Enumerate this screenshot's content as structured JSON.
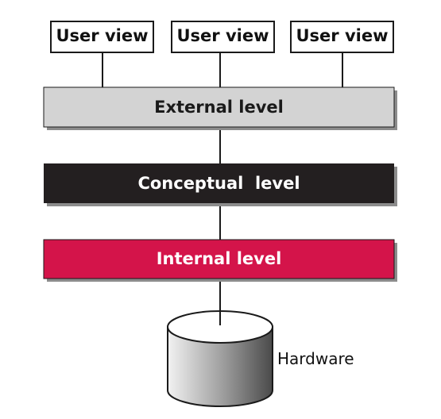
{
  "user_views": [
    {
      "label": "User view"
    },
    {
      "label": "User view"
    },
    {
      "label": "User view"
    }
  ],
  "levels": {
    "external": {
      "label": "External level",
      "fill": "#d3d3d3",
      "text_color": "#1a1a1a"
    },
    "conceptual": {
      "label": "Conceptual  level",
      "fill": "#231f20",
      "text_color": "#ffffff"
    },
    "internal": {
      "label": "Internal level",
      "fill": "#d4144a",
      "text_color": "#ffffff"
    }
  },
  "hardware": {
    "label": "Hardware"
  },
  "colors": {
    "line": "#1a1a1a",
    "shadow": "#8c8c8c",
    "box_border": "#1a1a1a"
  }
}
